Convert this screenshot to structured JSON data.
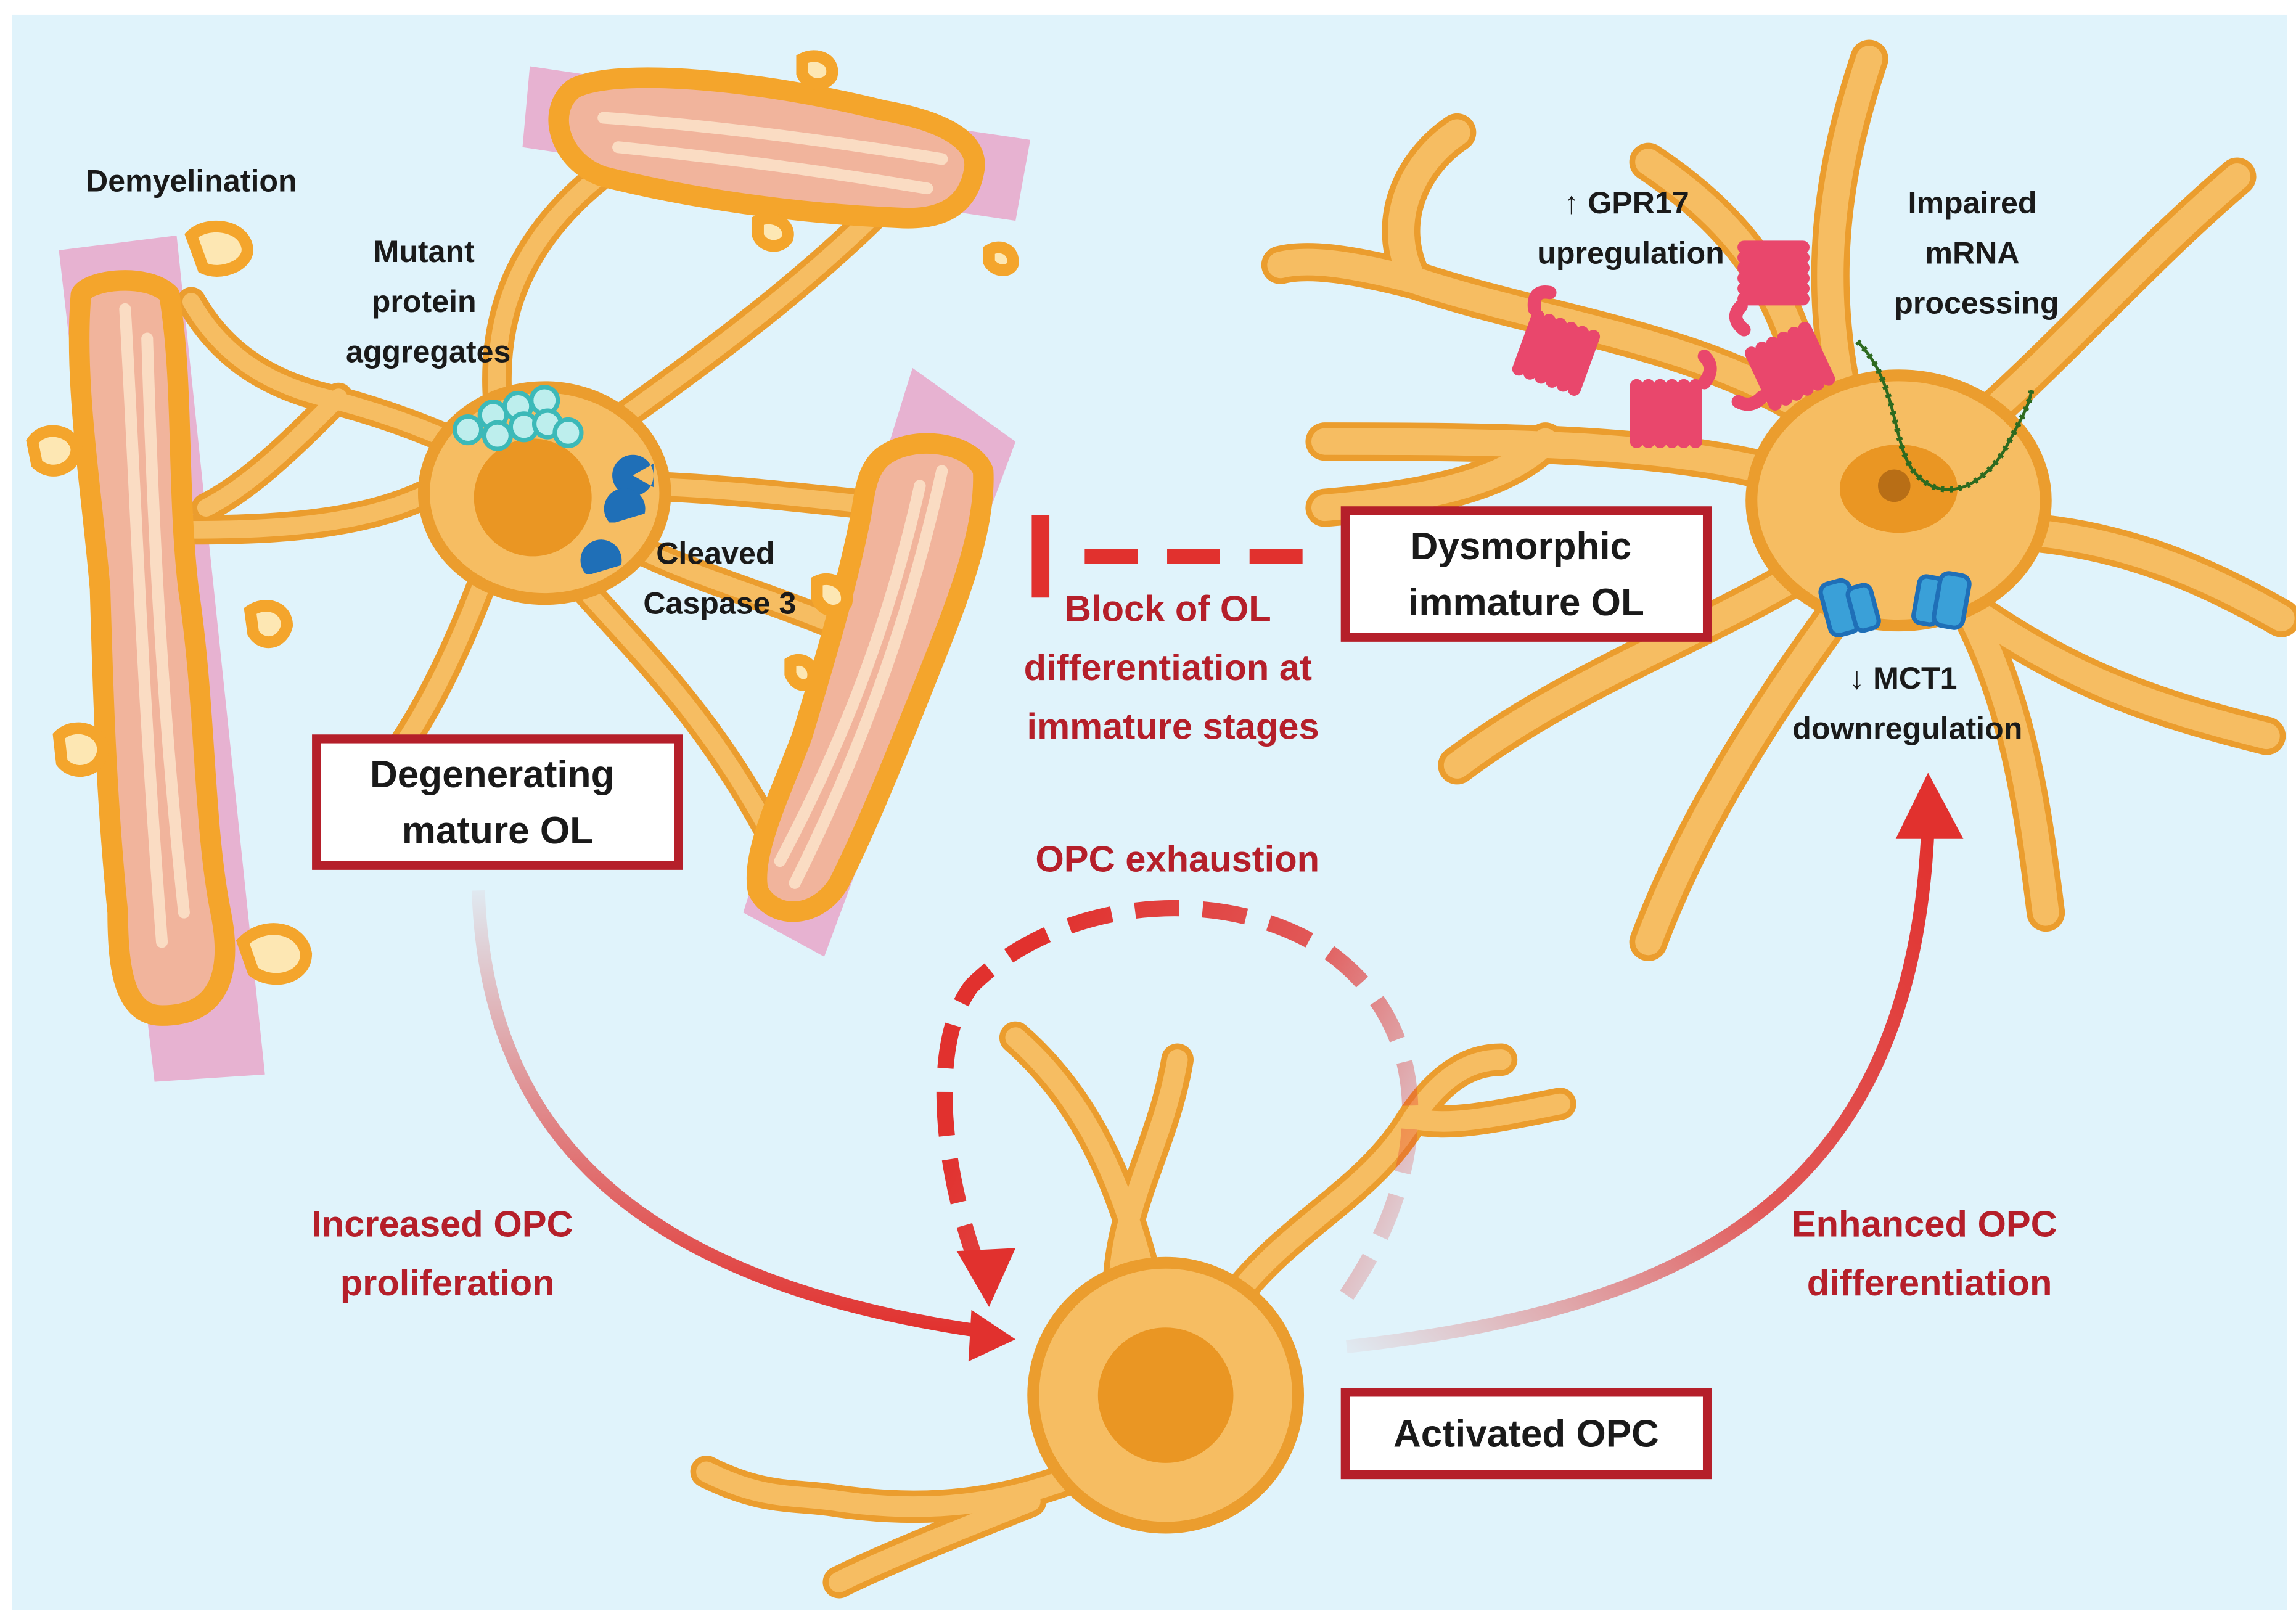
{
  "colors": {
    "background": "#e0f3fb",
    "cell_fill": "#f6bd62",
    "cell_outline": "#eb9d2e",
    "nucleus": "#ea9623",
    "accent_red": "#b51f2a",
    "arrow_red": "#e1312e",
    "aggregate_cyan": "#6fd1cf",
    "caspase_blue": "#1f6fb7",
    "gpcr_pink": "#e9476c",
    "mct1_blue": "#3aa0d8",
    "mrna_green": "#2d6a1f"
  },
  "labels": {
    "demyelination": "Demyelination",
    "mutant_aggregates": [
      "Mutant",
      "protein",
      "aggregates"
    ],
    "cleaved_caspase": [
      "Cleaved",
      "Caspase 3"
    ],
    "gpr17": [
      "↑ GPR17",
      "upregulation"
    ],
    "impaired_mrna": [
      "Impaired",
      "mRNA",
      "processing"
    ],
    "mct1": [
      "↓ MCT1",
      "downregulation"
    ],
    "block_differentiation": [
      "Block of OL",
      "differentiation at",
      "immature stages"
    ],
    "opc_exhaustion": "OPC exhaustion",
    "increased_proliferation": [
      "Increased OPC",
      "proliferation"
    ],
    "enhanced_differentiation": [
      "Enhanced OPC",
      "differentiation"
    ]
  },
  "boxes": {
    "degenerating": [
      "Degenerating",
      "mature OL"
    ],
    "dysmorphic": [
      "Dysmorphic",
      "immature OL"
    ],
    "activated": "Activated OPC"
  },
  "icons": {
    "aggregates": "mutant-protein-aggregate-icon",
    "caspase": "cleaved-caspase-3-icon",
    "gpcr": "gpr17-receptor-icon",
    "mct1": "mct1-transporter-icon",
    "mrna": "mrna-strand-icon"
  }
}
